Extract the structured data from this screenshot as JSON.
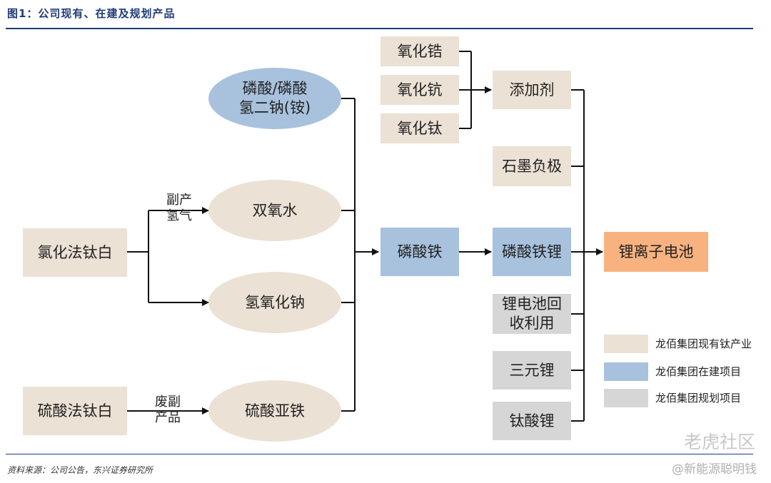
{
  "header": {
    "title": "图1：公司现有、在建及规划产品"
  },
  "nodes": {
    "chloride_tio2": "氯化法钛白",
    "sulfate_tio2": "硫酸法钛白",
    "phosphate_salts": "磷酸/磷酸\n氢二钠(铵)",
    "h2o2": "双氧水",
    "naoh": "氢氧化钠",
    "ferrous_sulfate": "硫酸亚铁",
    "zirconia": "氧化锆",
    "scandia": "氧化钪",
    "titania": "氧化钛",
    "additive": "添加剂",
    "graphite_anode": "石墨负极",
    "iron_phosphate": "磷酸铁",
    "lfp": "磷酸铁锂",
    "battery_recycle": "锂电池回\n收利用",
    "ternary_lithium": "三元锂",
    "lithium_titanate": "钛酸锂",
    "li_ion_battery": "锂离子电池"
  },
  "edge_labels": {
    "byproduct_h2": "副产\n氢气",
    "waste_byproduct": "废副\n产品"
  },
  "legend": {
    "existing": "龙佰集团现有钛产业",
    "under_construction": "龙佰集团在建项目",
    "planned": "龙佰集团规划项目"
  },
  "colors": {
    "existing": "#ebe1d5",
    "under_construction": "#a8c1dd",
    "planned": "#d6d6d6",
    "final_product": "#f8b27f",
    "title": "#1f3c78"
  },
  "footer": {
    "source": "资料来源：公司公告，东兴证券研究所"
  },
  "watermark": {
    "brand": "老虎社区",
    "author": "@新能源聪明钱"
  }
}
